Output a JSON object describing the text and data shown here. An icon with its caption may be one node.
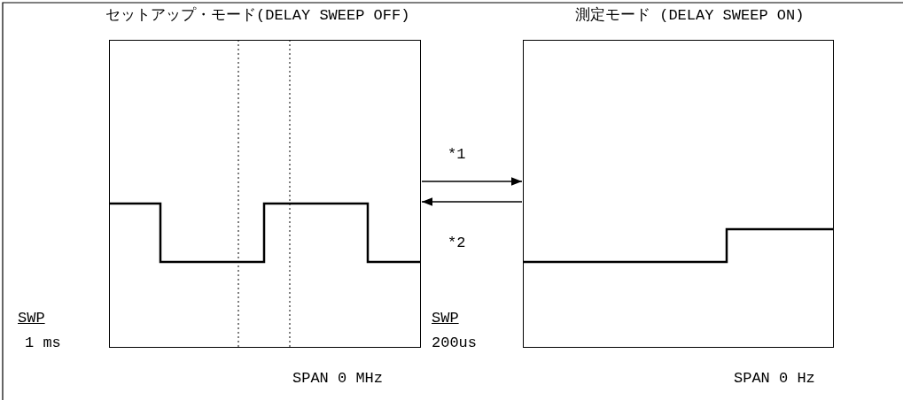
{
  "diagram": {
    "nodes": [
      {
        "text": [
          "セットアップ・モード(DELAY SWEEP OFF)"
        ]
      },
      {
        "text": [
          "測定モード (DELAY SWEEP ON)"
        ]
      }
    ],
    "edges": [
      {
        "from": 0,
        "to": 1,
        "arrow": "to",
        "label": "*1"
      },
      {
        "from": 1,
        "to": 0,
        "arrow": "to",
        "label": "*2"
      }
    ],
    "labels": [
      "SWP",
      "1 ms",
      "SPAN 0 MHz",
      "SWP",
      "200us",
      "SPAN 0 Hz"
    ]
  }
}
